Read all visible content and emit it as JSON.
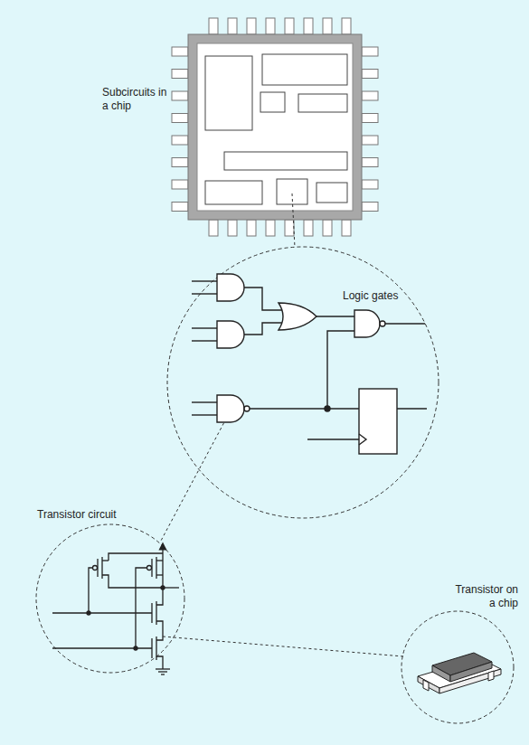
{
  "diagram": {
    "labels": [
      "Subcircuits in a chip",
      "Logic gates",
      "Transistor circuit",
      "Transistor on a chip"
    ]
  }
}
